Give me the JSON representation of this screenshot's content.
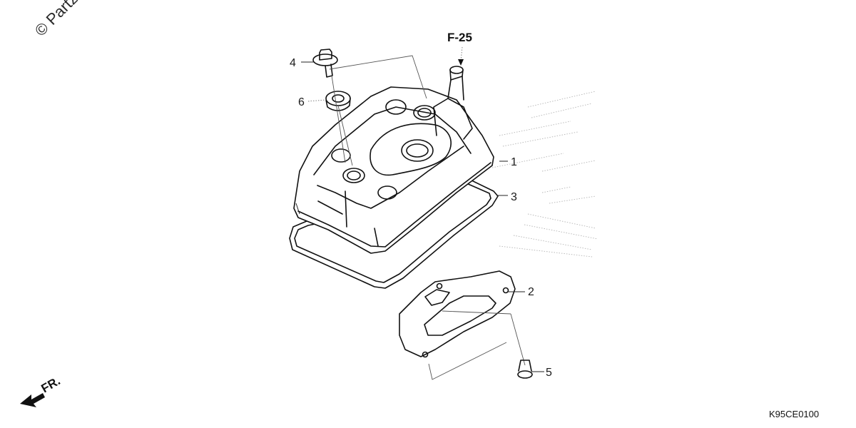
{
  "watermark": "© Partzilla",
  "reference_label": "F-25",
  "front_indicator": "FR.",
  "diagram_code": "K95CE0100",
  "callouts": [
    {
      "number": "1",
      "part": "cylinder-head-cover"
    },
    {
      "number": "2",
      "part": "breather-plate"
    },
    {
      "number": "3",
      "part": "cover-gasket"
    },
    {
      "number": "4",
      "part": "cover-bolt"
    },
    {
      "number": "5",
      "part": "plate-bolt"
    },
    {
      "number": "6",
      "part": "rubber-seal"
    }
  ],
  "colors": {
    "line": "#111111",
    "background": "#ffffff",
    "watermark_dots": "#9a9a9a"
  }
}
